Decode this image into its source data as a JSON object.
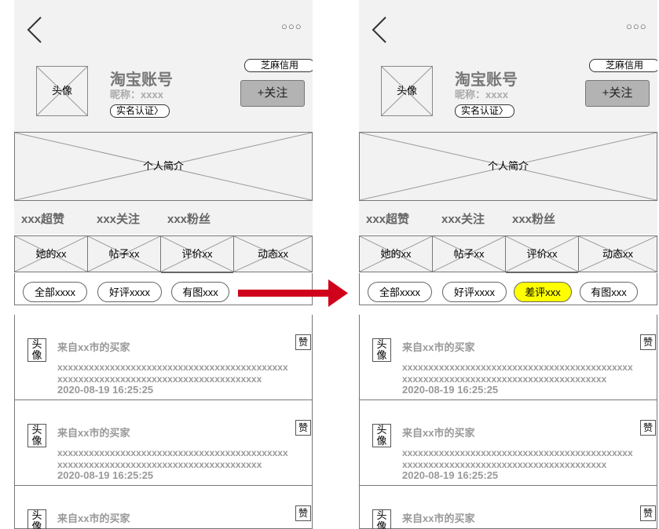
{
  "colors": {
    "screen_bg": "#f2f2f2",
    "follow_button": "#b3b3b3",
    "highlight_yellow": "#ffff00",
    "arrow": "#d0021b"
  },
  "icons": {
    "back": "chevron-left-icon",
    "more": "ellipsis-icon",
    "arrow": "arrow-right-icon"
  },
  "left": {
    "more": "○○○",
    "avatar": "头像",
    "account_title": "淘宝账号",
    "nickname": "昵称：xxxx",
    "verify": "实名认证〉",
    "credit": "芝麻信用",
    "follow": "+关注",
    "intro": "个人简介",
    "stats": [
      "xxx超赞",
      "xxx关注",
      "xxx粉丝"
    ],
    "tabs": [
      "她的xx",
      "帖子xx",
      "评价xx",
      "动态xx"
    ],
    "filters": [
      "全部xxxx",
      "好评xxxx",
      "有图xxx"
    ],
    "reviews": [
      {
        "avatar": "头像",
        "buyer": "来自xx市的买家",
        "text": "xxxxxxxxxxxxxxxxxxxxxxxxxxxxxxxxxxxxxxxxxxxxxxxxxxxxxxxxxxxxxxxxxxxxxxxxxxxxxxxxxxx",
        "time": "2020-08-19 16:25:25",
        "like": "赞"
      },
      {
        "avatar": "头像",
        "buyer": "来自xx市的买家",
        "text": "xxxxxxxxxxxxxxxxxxxxxxxxxxxxxxxxxxxxxxxxxxxxxxxxxxxxxxxxxxxxxxxxxxxxxxxxxxxxxxxxxxx",
        "time": "2020-08-19 16:25:25",
        "like": "赞"
      },
      {
        "avatar": "头像",
        "buyer": "来自xx市的买家",
        "like": "赞"
      }
    ]
  },
  "right": {
    "more": "○○○",
    "avatar": "头像",
    "account_title": "淘宝账号",
    "nickname": "昵称：xxxx",
    "verify": "实名认证〉",
    "credit": "芝麻信用",
    "follow": "+关注",
    "intro": "个人简介",
    "stats": [
      "xxx超赞",
      "xxx关注",
      "xxx粉丝"
    ],
    "tabs": [
      "她的xx",
      "帖子xx",
      "评价xx",
      "动态xx"
    ],
    "filters": [
      "全部xxxx",
      "好评xxxx",
      "差评xxx",
      "有图xxx"
    ],
    "reviews": [
      {
        "avatar": "头像",
        "buyer": "来自xx市的买家",
        "text": "xxxxxxxxxxxxxxxxxxxxxxxxxxxxxxxxxxxxxxxxxxxxxxxxxxxxxxxxxxxxxxxxxxxxxxxxxxxxxxxxxxx",
        "time": "2020-08-19 16:25:25",
        "like": "赞"
      },
      {
        "avatar": "头像",
        "buyer": "来自xx市的买家",
        "text": "xxxxxxxxxxxxxxxxxxxxxxxxxxxxxxxxxxxxxxxxxxxxxxxxxxxxxxxxxxxxxxxxxxxxxxxxxxxxxxxxxxx",
        "time": "2020-08-19 16:25:25",
        "like": "赞"
      },
      {
        "avatar": "头像",
        "buyer": "来自xx市的买家",
        "like": "赞"
      }
    ]
  }
}
